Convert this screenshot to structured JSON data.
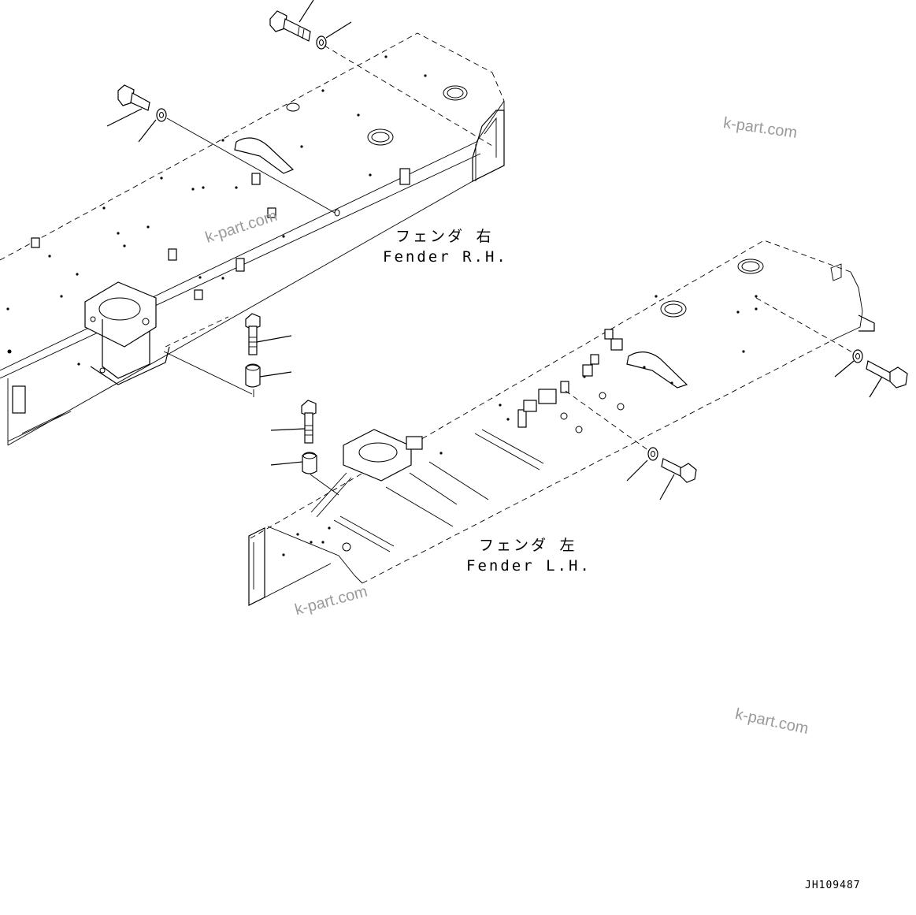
{
  "labels": {
    "fender_rh_jp": "フェンダ 右",
    "fender_rh_en": "Fender R.H.",
    "fender_lh_jp": "フェンダ 左",
    "fender_lh_en": "Fender L.H."
  },
  "watermarks": [
    "k-part.com",
    "k-part.com",
    "k-part.com",
    "k-part.com"
  ],
  "drawing_number": "JH109487"
}
